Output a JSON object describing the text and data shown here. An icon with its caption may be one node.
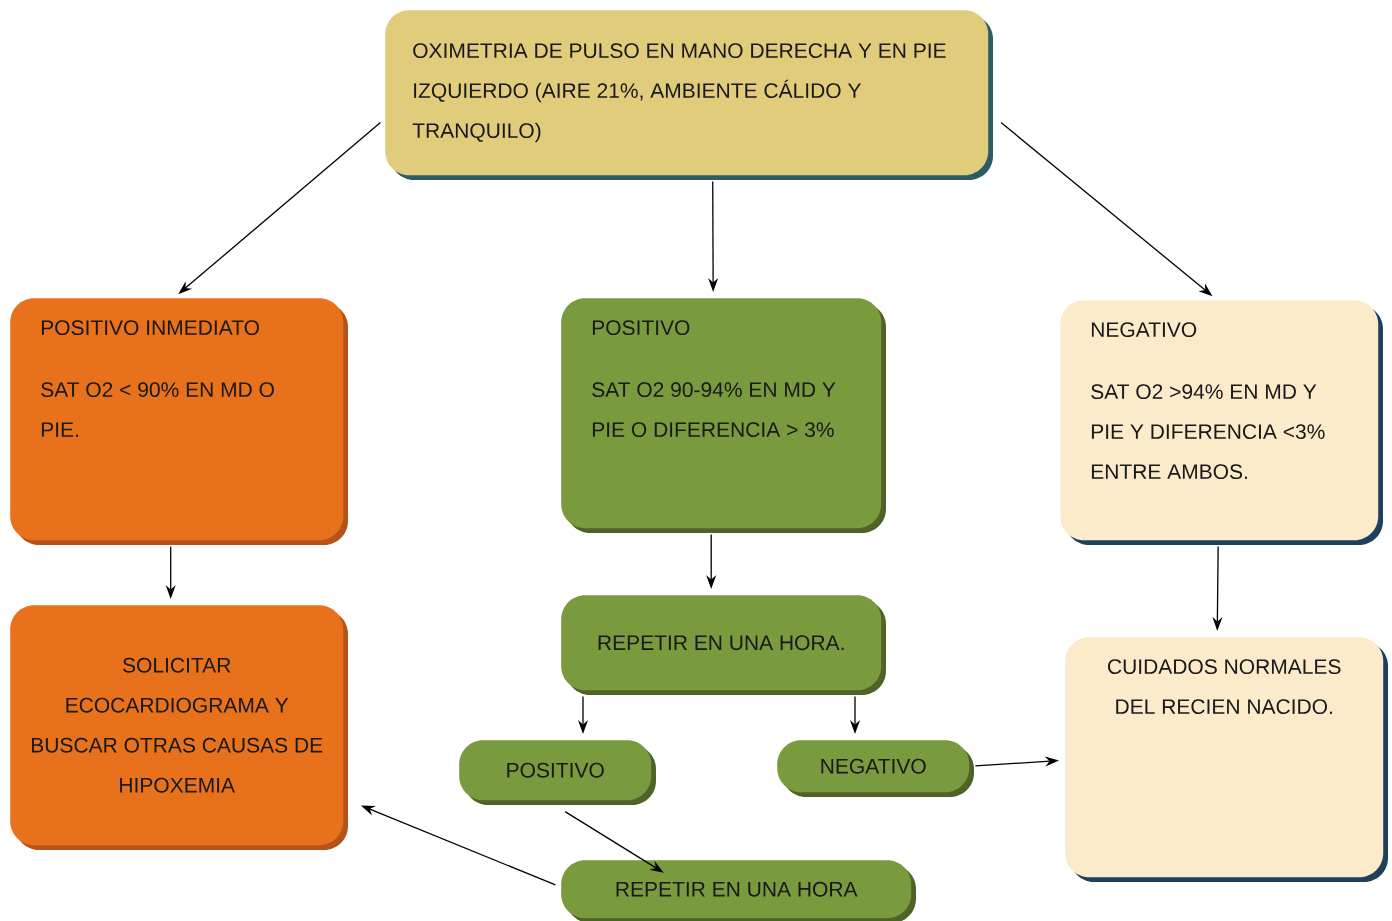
{
  "diagram": {
    "nodes": [
      {
        "text": [
          "OXIMETRIA DE PULSO EN MANO DERECHA Y EN PIE IZQUIERDO (AIRE 21%, AMBIENTE CÁLIDO Y TRANQUILO)"
        ]
      },
      {
        "text": [
          "POSITIVO INMEDIATO",
          "SAT O2 < 90% EN MD O PIE."
        ]
      },
      {
        "text": [
          "POSITIVO",
          "SAT O2 90-94% EN MD Y PIE O DIFERENCIA > 3%"
        ]
      },
      {
        "text": [
          "NEGATIVO",
          "SAT O2 >94% EN MD Y PIE Y DIFERENCIA <3%  ENTRE AMBOS."
        ]
      },
      {
        "text": [
          "SOLICITAR ECOCARDIOGRAMA  Y BUSCAR OTRAS CAUSAS DE HIPOXEMIA"
        ]
      },
      {
        "text": [
          "REPETIR EN UNA HORA."
        ]
      },
      {
        "text": [
          "POSITIVO"
        ]
      },
      {
        "text": [
          "NEGATIVO"
        ]
      },
      {
        "text": [
          "CUIDADOS NORMALES DEL RECIEN NACIDO."
        ]
      },
      {
        "text": [
          "REPETIR EN UNA HORA"
        ]
      }
    ],
    "edges": [
      {
        "from": 0,
        "to": 1,
        "arrow": "to"
      },
      {
        "from": 0,
        "to": 2,
        "arrow": "to"
      },
      {
        "from": 0,
        "to": 3,
        "arrow": "to"
      },
      {
        "from": 1,
        "to": 4,
        "arrow": "to"
      },
      {
        "from": 2,
        "to": 5,
        "arrow": "to"
      },
      {
        "from": 3,
        "to": 8,
        "arrow": "to"
      },
      {
        "from": 5,
        "to": 6,
        "arrow": "to"
      },
      {
        "from": 5,
        "to": 7,
        "arrow": "to"
      },
      {
        "from": 7,
        "to": 8,
        "arrow": "to"
      },
      {
        "from": 6,
        "to": 9,
        "arrow": "to"
      },
      {
        "from": 9,
        "to": 4,
        "arrow": "to"
      }
    ]
  }
}
